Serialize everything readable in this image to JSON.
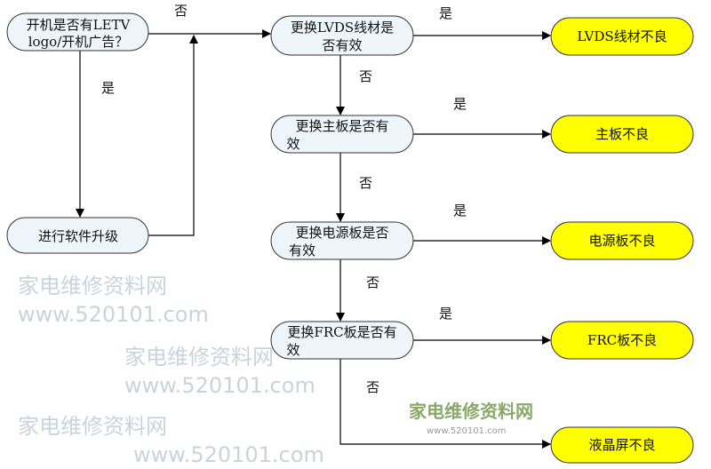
{
  "colors": {
    "process_fill": "#eef6fb",
    "result_fill": "#ffff00",
    "line": "#000000"
  },
  "nodes": {
    "start": [
      "开机是否有LETV",
      "logo/开机广告？"
    ],
    "upgrade": "进行软件升级",
    "d1": [
      "更换LVDS线材是",
      "否有效"
    ],
    "d2": [
      "更换主板是否有",
      "效"
    ],
    "d3": [
      "更换电源板是否",
      "有效"
    ],
    "d4": [
      "更换FRC板是否有",
      "效"
    ],
    "r1": "LVDS线材不良",
    "r2": "主板不良",
    "r3": "电源板不良",
    "r4": "FRC板不良",
    "r5": "液晶屏不良"
  },
  "labels": {
    "yes": "是",
    "no": "否"
  },
  "watermark": {
    "name": "家电维修资料网",
    "url": "www.520101.com"
  }
}
